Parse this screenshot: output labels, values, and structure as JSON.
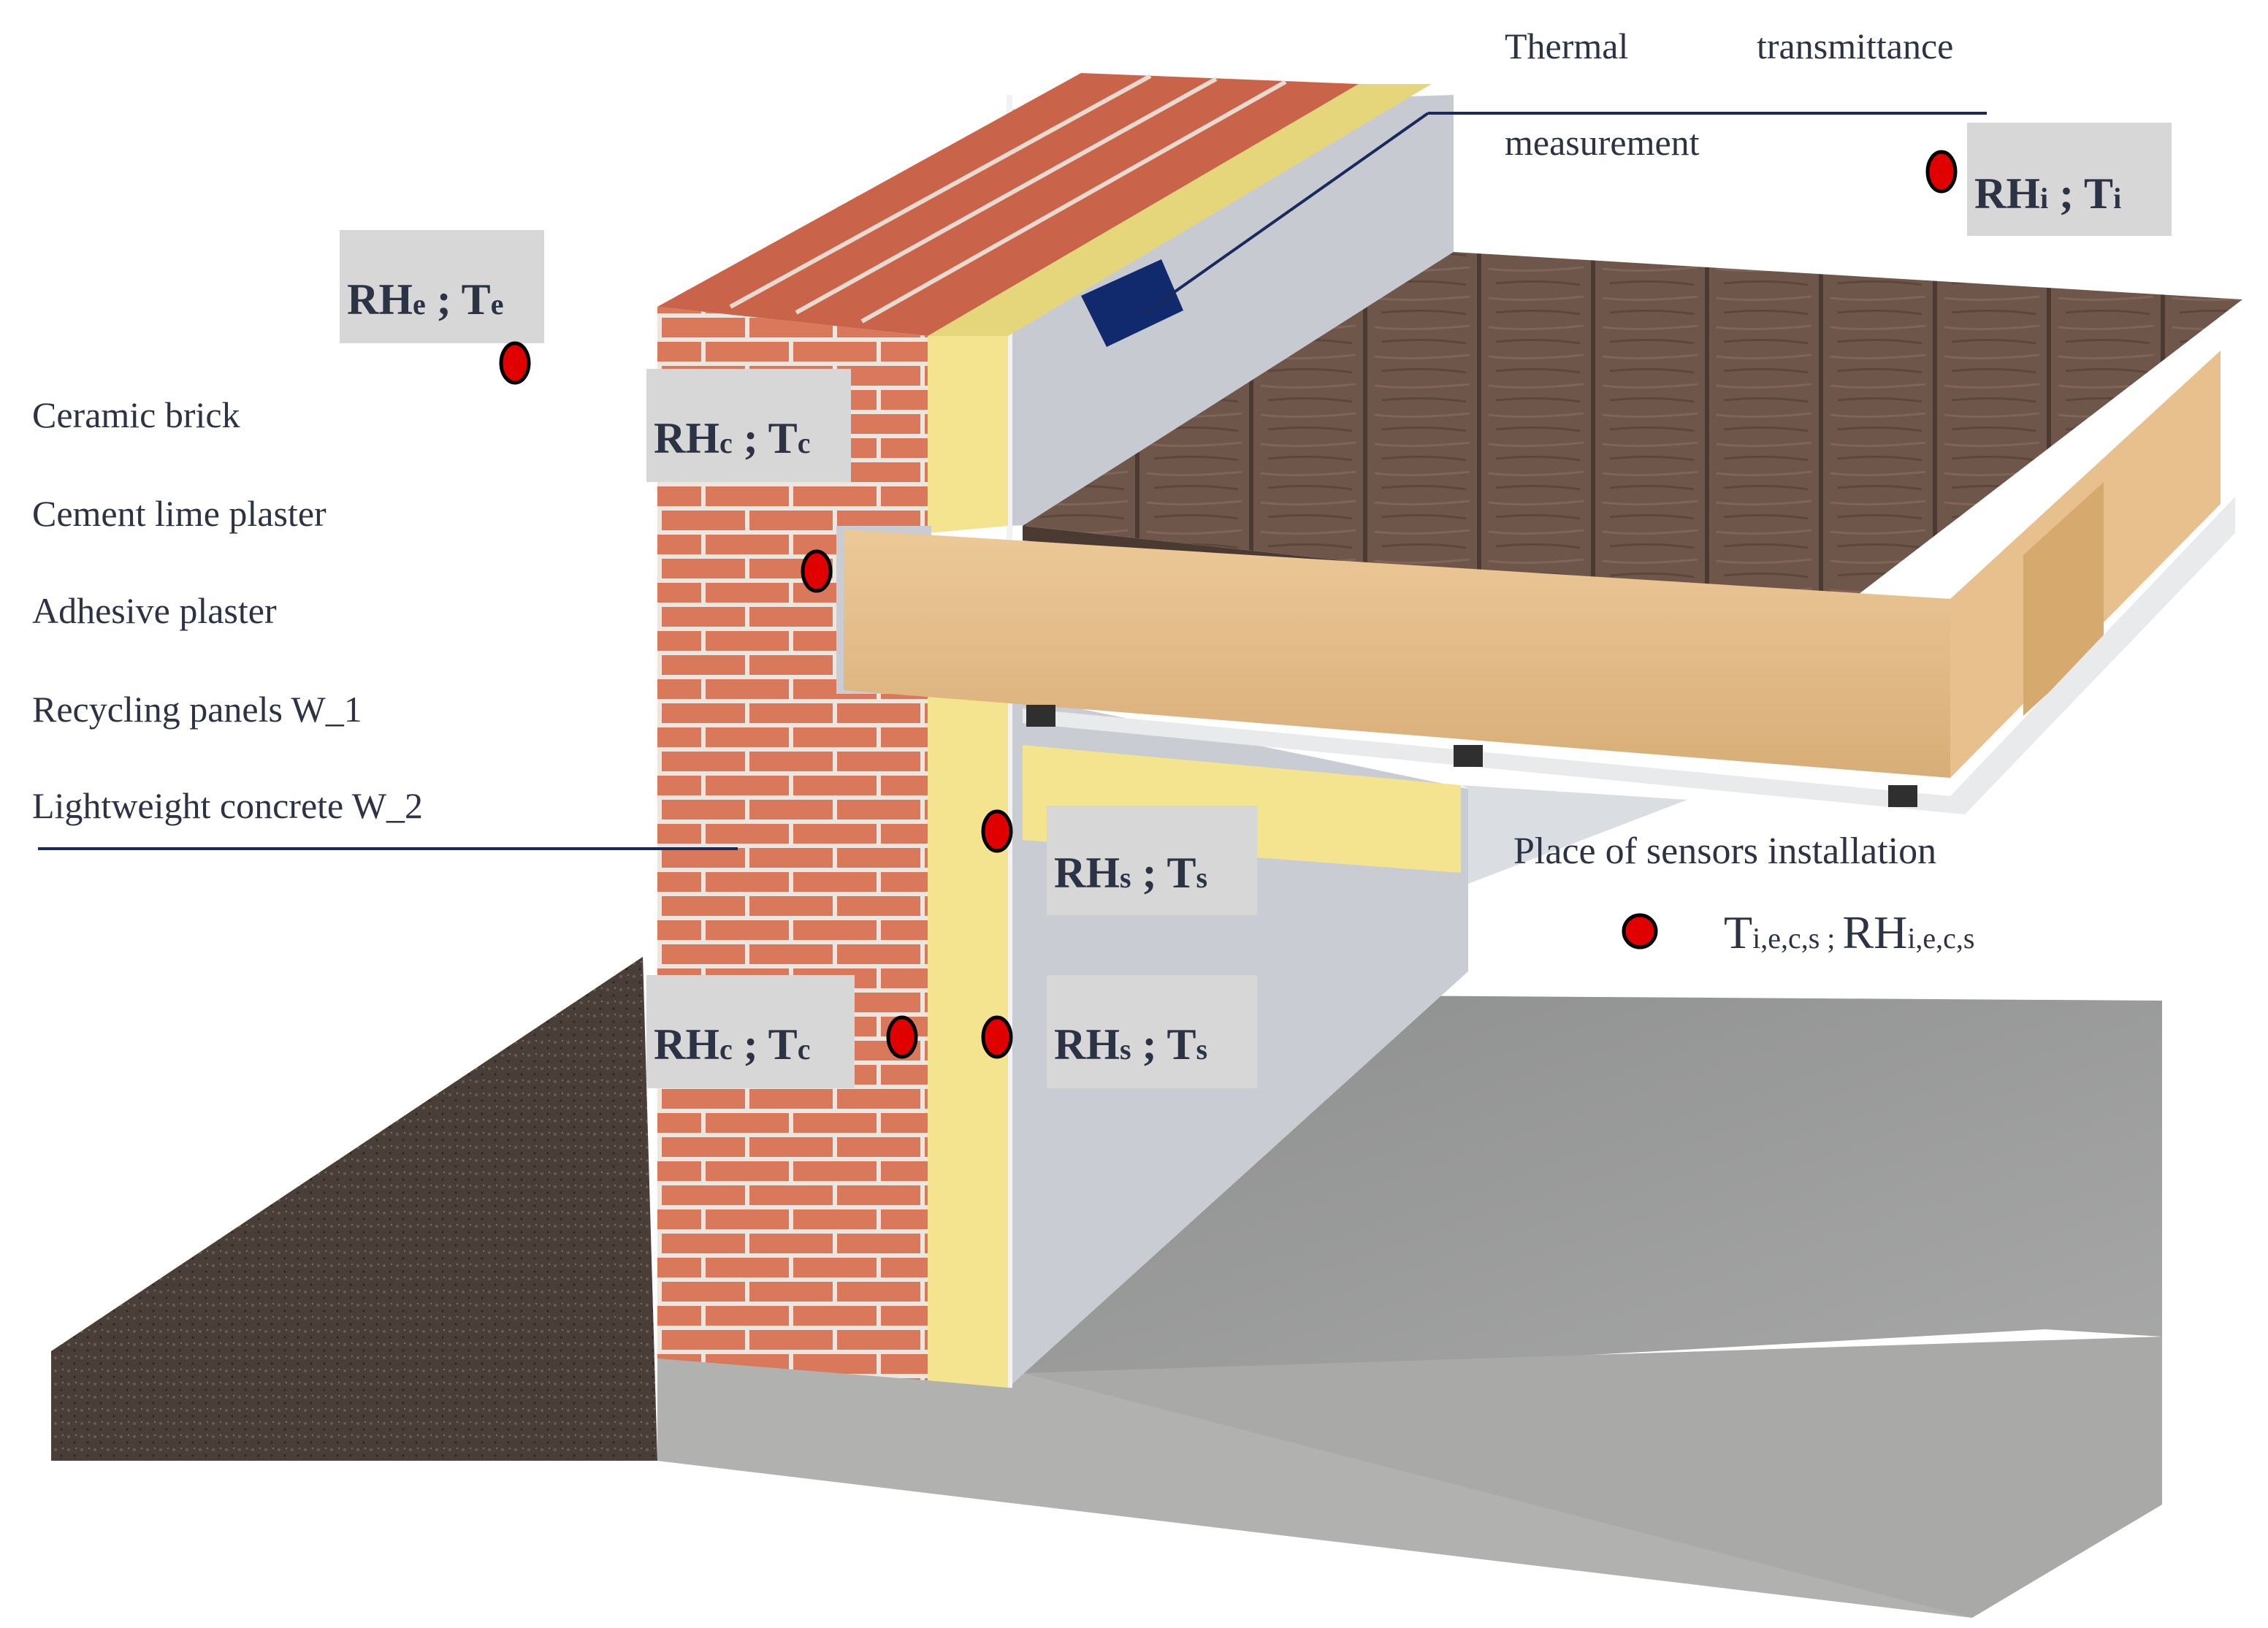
{
  "layers": {
    "l1": "Ceramic brick",
    "l2": "Cement lime plaster",
    "l3": "Adhesive plaster",
    "l4": "Recycling panels W_1",
    "l5": "Lightweight concrete W_2"
  },
  "thermal": {
    "line1a": "Thermal",
    "line1b": "transmittance",
    "line2": "measurement"
  },
  "legend": {
    "title": "Place of sensors installation",
    "T": "T",
    "T_sub": "i,e,c,s",
    "sep": " ; ",
    "RH": "RH",
    "RH_sub": "i,e,c,s"
  },
  "sensors": {
    "interior": {
      "rh": "RH",
      "rh_sub": "i",
      "sep": " ; ",
      "t": "T",
      "t_sub": "i"
    },
    "exterior": {
      "rh": "RH",
      "rh_sub": "e",
      "sep": " ; ",
      "t": "T",
      "t_sub": "e"
    },
    "cavity_upper": {
      "rh": "RH",
      "rh_sub": "c",
      "sep": " ; ",
      "t": "T",
      "t_sub": "c"
    },
    "cavity_lower": {
      "rh": "RH",
      "rh_sub": "c",
      "sep": " ; ",
      "t": "T",
      "t_sub": "c"
    },
    "surface_upper": {
      "rh": "RH",
      "rh_sub": "s",
      "sep": " ; ",
      "t": "T",
      "t_sub": "s"
    },
    "surface_lower": {
      "rh": "RH",
      "rh_sub": "s",
      "sep": " ; ",
      "t": "T",
      "t_sub": "s"
    }
  },
  "colors": {
    "brick": "#d9785a",
    "mortar": "#ece6e0",
    "insulation": "#f4e48f",
    "drywall": "#c9ccd3",
    "wood_deck": "#6b5449",
    "joist": "#e2bd8c",
    "concrete": "#9a9a98",
    "soil": "#4a3f38",
    "sensor": "#e00000",
    "leader_line": "#1b2a5c",
    "tag_bg": "#d7d7d7"
  }
}
